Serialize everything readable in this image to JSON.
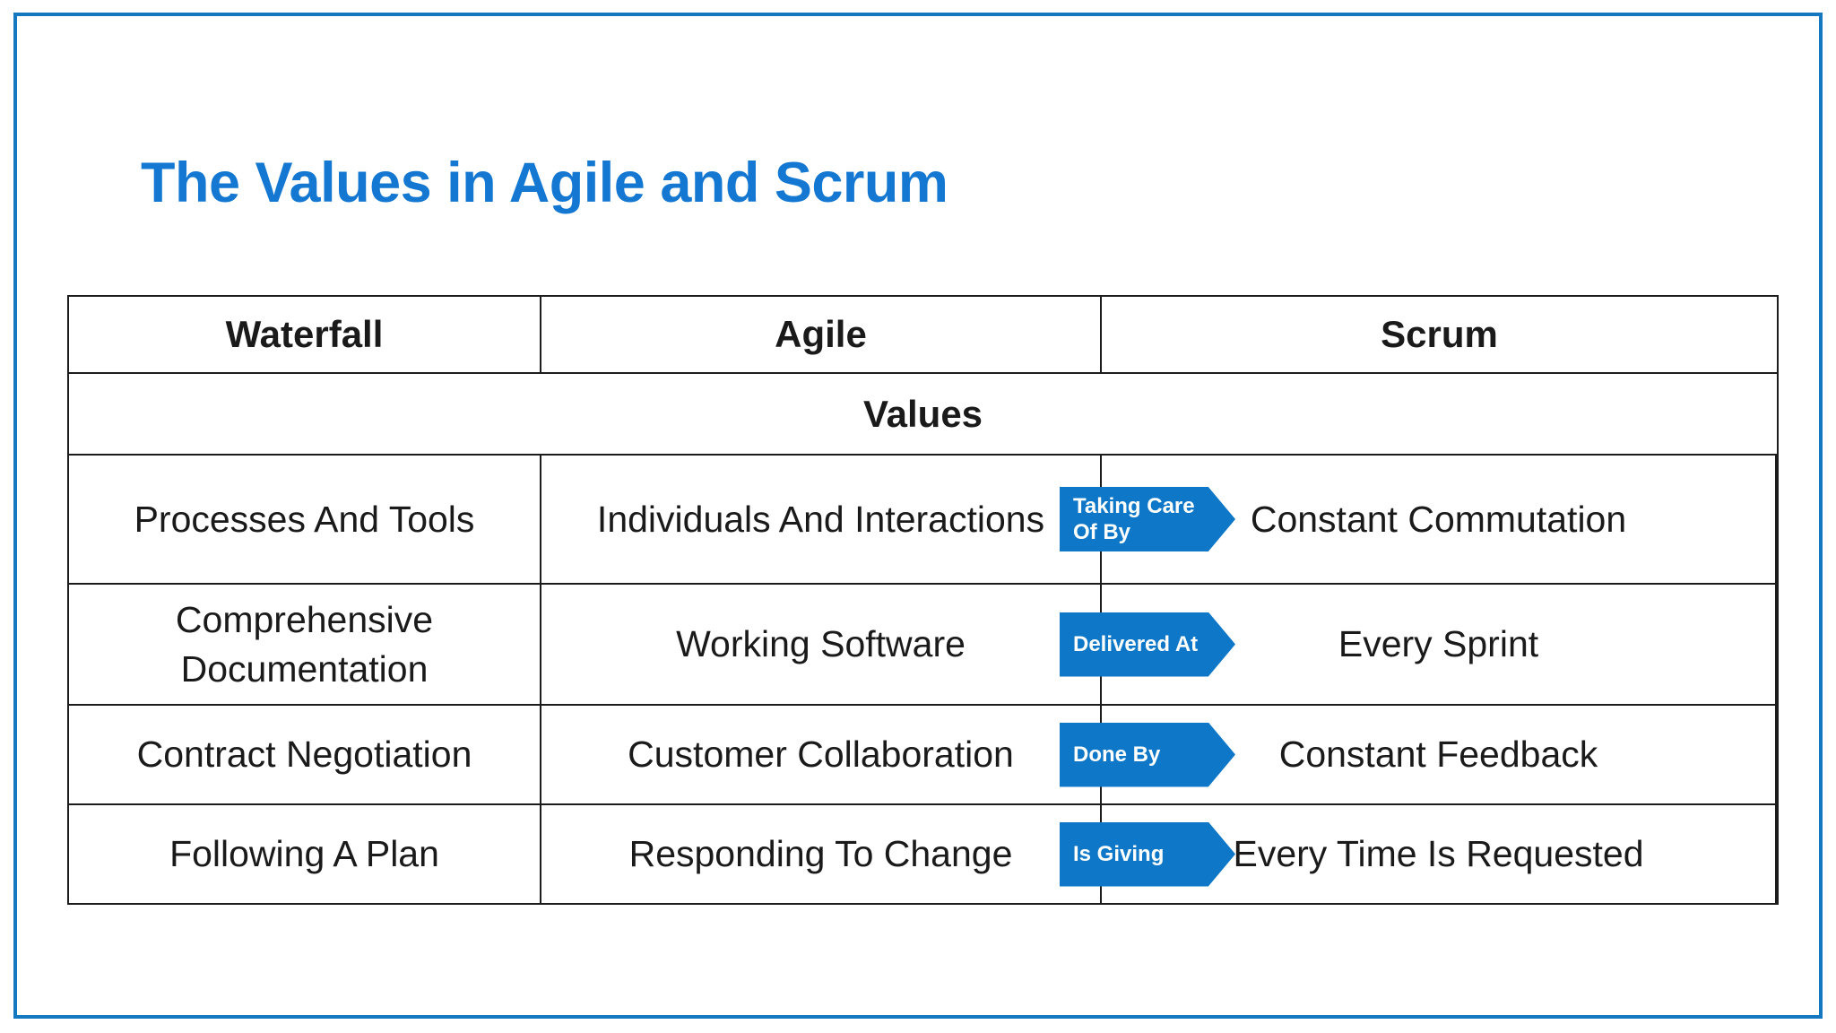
{
  "slide": {
    "title": "The Values in Agile and Scrum"
  },
  "colors": {
    "title_blue": "#1478d2",
    "arrow_blue": "#0e77c8",
    "frame_blue": "#1478c0",
    "table_line": "#1c1c1c",
    "text": "#1a1a1a",
    "arrow_text": "#ffffff"
  },
  "table": {
    "headers": [
      "Waterfall",
      "Agile",
      "Scrum"
    ],
    "section_label": "Values",
    "rows": [
      {
        "waterfall": "Processes And Tools",
        "agile": "Individuals And Interactions",
        "connector": "Taking Care Of By",
        "scrum": "Constant Commutation"
      },
      {
        "waterfall": "Comprehensive Documentation",
        "agile": "Working Software",
        "connector": "Delivered At",
        "scrum": "Every Sprint"
      },
      {
        "waterfall": "Contract Negotiation",
        "agile": "Customer Collaboration",
        "connector": "Done By",
        "scrum": "Constant Feedback"
      },
      {
        "waterfall": "Following A Plan",
        "agile": "Responding To Change",
        "connector": "Is Giving",
        "scrum": "Every Time Is Requested"
      }
    ]
  }
}
